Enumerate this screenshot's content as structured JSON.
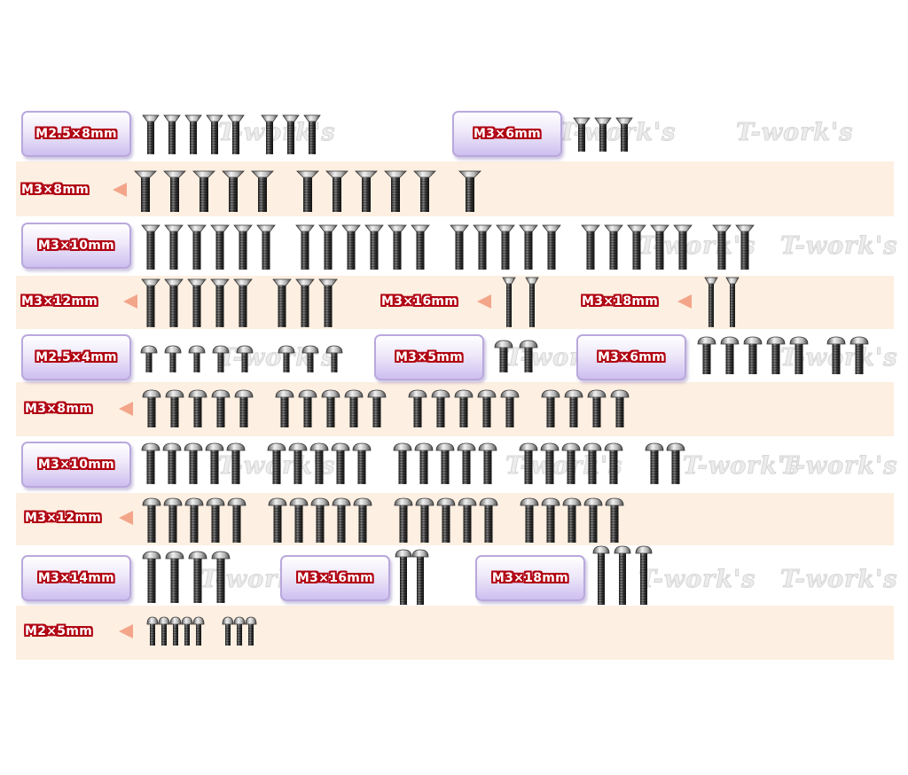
{
  "watermark": "T-work's",
  "labels": {
    "r1a": "M2.5×8mm",
    "r1b": "M3×6mm",
    "r2": "M3×8mm",
    "r3": "M3×10mm",
    "r4a": "M3×12mm",
    "r4b": "M3×16mm",
    "r4c": "M3×18mm",
    "r5a": "M2.5×4mm",
    "r5b": "M3×5mm",
    "r5c": "M3×6mm",
    "r6": "M3×8mm",
    "r7": "M3×10mm",
    "r8": "M3×12mm",
    "r9a": "M3×14mm",
    "r9b": "M3×16mm",
    "r9c": "M3×18mm",
    "r10": "M2×5mm"
  },
  "colors": {
    "band": "#fdefe1",
    "label_text": "#ffffff",
    "label_outline": "#b00010",
    "tag_border": "#b9a8dc",
    "arrow": "#f3a58a",
    "screw_dark": "#2e2e2e",
    "screw_light": "#cfcfcf"
  },
  "screw_groups": [
    {
      "head": "countersunk",
      "lengths": [
        "M2.5×8mm"
      ],
      "groups": [
        5,
        3
      ]
    },
    {
      "head": "countersunk",
      "lengths": [
        "M3×6mm"
      ],
      "groups": [
        3
      ]
    },
    {
      "head": "countersunk",
      "lengths": [
        "M3×8mm"
      ],
      "groups": [
        5,
        5,
        1
      ]
    },
    {
      "head": "countersunk",
      "lengths": [
        "M3×10mm"
      ],
      "groups": [
        6,
        6,
        5,
        5,
        2
      ]
    },
    {
      "head": "countersunk",
      "lengths": [
        "M3×12mm"
      ],
      "groups": [
        5,
        3
      ]
    },
    {
      "head": "countersunk",
      "lengths": [
        "M3×16mm"
      ],
      "groups": [
        2
      ]
    },
    {
      "head": "countersunk",
      "lengths": [
        "M3×18mm"
      ],
      "groups": [
        2
      ]
    },
    {
      "head": "button",
      "lengths": [
        "M2.5×4mm"
      ],
      "groups": [
        5,
        3
      ]
    },
    {
      "head": "button",
      "lengths": [
        "M3×5mm"
      ],
      "groups": [
        2
      ]
    },
    {
      "head": "button",
      "lengths": [
        "M3×6mm"
      ],
      "groups": [
        5,
        2
      ]
    },
    {
      "head": "button",
      "lengths": [
        "M3×8mm"
      ],
      "groups": [
        5,
        5,
        5,
        4
      ]
    },
    {
      "head": "button",
      "lengths": [
        "M3×10mm"
      ],
      "groups": [
        5,
        5,
        5,
        5,
        2
      ]
    },
    {
      "head": "button",
      "lengths": [
        "M3×12mm"
      ],
      "groups": [
        5,
        5,
        5,
        5
      ]
    },
    {
      "head": "button",
      "lengths": [
        "M3×14mm"
      ],
      "groups": [
        4
      ]
    },
    {
      "head": "button",
      "lengths": [
        "M3×16mm"
      ],
      "groups": [
        2
      ]
    },
    {
      "head": "button",
      "lengths": [
        "M3×18mm"
      ],
      "groups": [
        3
      ]
    },
    {
      "head": "button",
      "lengths": [
        "M2×5mm"
      ],
      "groups": [
        5,
        3
      ]
    }
  ]
}
